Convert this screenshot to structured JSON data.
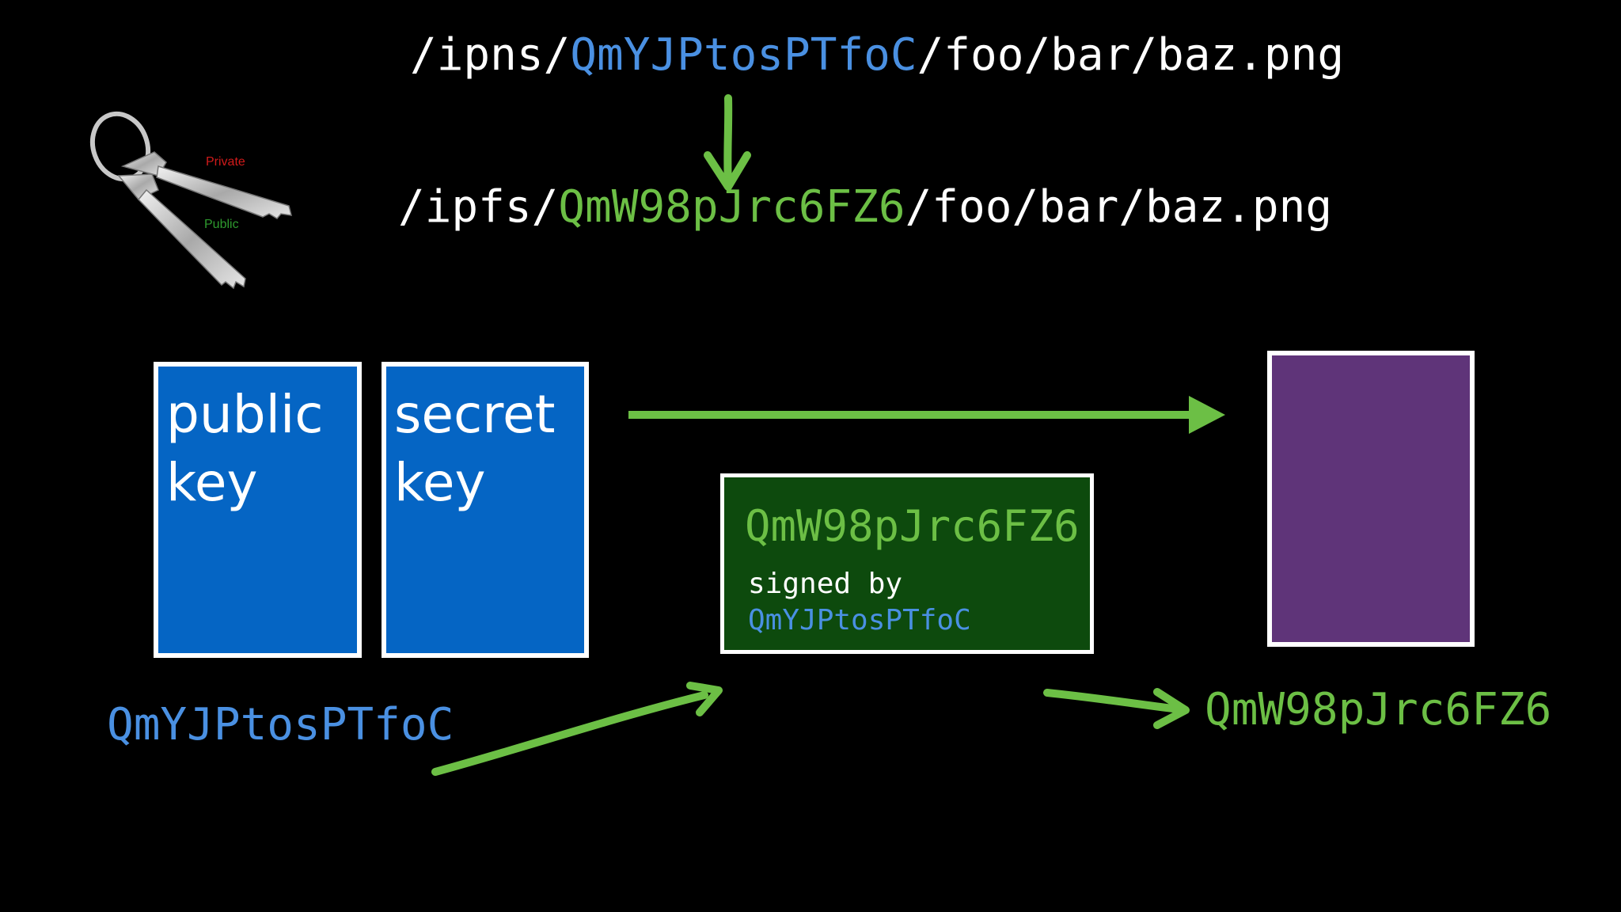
{
  "ipns_path": {
    "prefix": "/ipns/",
    "hash": "QmYJPtosPTfoC",
    "suffix": "/foo/bar/baz.png"
  },
  "ipfs_path": {
    "prefix": "/ipfs/",
    "hash": "QmW98pJrc6FZ6",
    "suffix": "/foo/bar/baz.png"
  },
  "keys_image": {
    "private_label": "Private",
    "public_label": "Public"
  },
  "public_key_box": {
    "line1": "public",
    "line2": "key"
  },
  "secret_key_box": {
    "line1": "secret",
    "line2": "key"
  },
  "record": {
    "hash": "QmW98pJrc6FZ6",
    "signed_by": "signed by",
    "signer": "QmYJPtosPTfoC"
  },
  "peer_id_label": "QmYJPtosPTfoC",
  "resolved_label": "QmW98pJrc6FZ6",
  "colors": {
    "background": "#000000",
    "key_box": "#0565c4",
    "record_box": "#0d4a0d",
    "purple_box": "#5f3479",
    "hash_blue": "#4a90e2",
    "hash_green": "#6cbf45",
    "arrow": "#6cbf45"
  }
}
